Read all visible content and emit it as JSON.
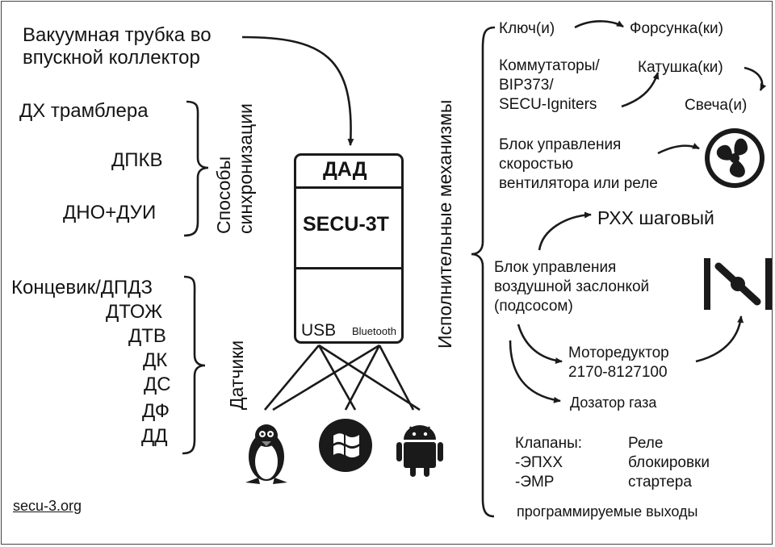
{
  "vacuum_tube": [
    "Вакуумная трубка во",
    "впускной коллектор"
  ],
  "sync": {
    "items": [
      "ДХ трамблера",
      "ДПКВ",
      "ДНО+ДУИ"
    ],
    "label": [
      "Способы",
      "синхронизации"
    ]
  },
  "sensors": {
    "items": [
      "Концевик/ДПДЗ",
      "ДТОЖ",
      "ДТВ",
      "ДК",
      "ДС",
      "ДФ",
      "ДД"
    ],
    "label": "Датчики"
  },
  "unit": {
    "map_sensor": "ДАД",
    "name": "SECU-3T",
    "usb": "USB",
    "bluetooth": "Bluetooth"
  },
  "actuators_label": "Исполнительные механизмы",
  "ignition": {
    "key": "Ключ(и)",
    "injector": "Форсунка(ки)",
    "switches": [
      "Коммутаторы/",
      "BIP373/",
      "SECU-Igniters"
    ],
    "coil": "Катушка(ки)",
    "plug": "Свеча(и)"
  },
  "fan": [
    "Блок управления",
    "скоростью",
    "вентилятора или реле"
  ],
  "iac": "РХХ шаговый",
  "choke": [
    "Блок управления",
    "воздушной заслонкой",
    "(подсосом)"
  ],
  "gear_motor": [
    "Моторедуктор",
    "2170-8127100"
  ],
  "gas_doser": "Дозатор газа",
  "valves": [
    "Клапаны:",
    "-ЭПХХ",
    "-ЭМР"
  ],
  "starter_relay": [
    "Реле",
    "блокировки",
    "стартера"
  ],
  "prog_outputs": "программируемые выходы",
  "website": "secu-3.org",
  "icons": [
    "linux-icon",
    "windows-icon",
    "android-icon",
    "usb-icon",
    "bluetooth-icon",
    "fan-icon",
    "throttle-icon"
  ]
}
